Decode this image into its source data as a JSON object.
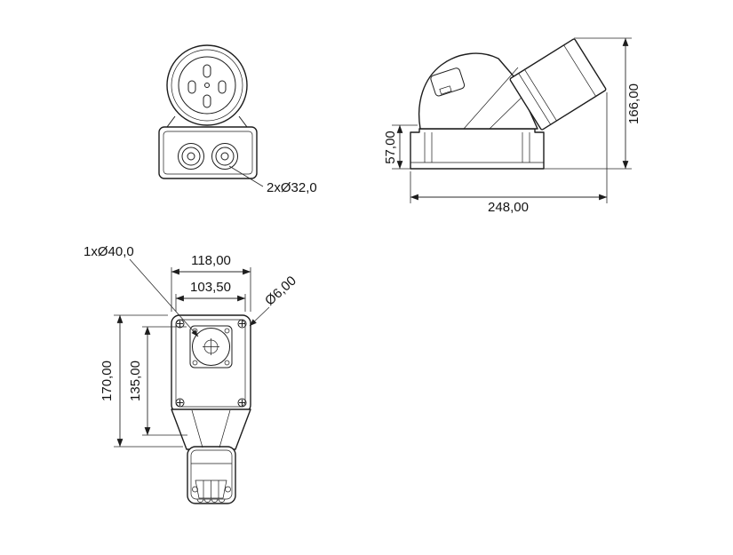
{
  "colors": {
    "ink": "#1d1d1d",
    "background": "#ffffff"
  },
  "drawing": {
    "front_view": {
      "knockout_label": "2xØ32,0"
    },
    "side_view": {
      "base_height": "57,00",
      "total_height": "166,00",
      "depth": "248,00"
    },
    "top_view": {
      "gland_label": "1xØ40,0",
      "outer_width": "118,00",
      "inner_width": "103,50",
      "screw_label": "Ø6,00",
      "outer_height": "170,00",
      "inner_height": "135,00"
    }
  }
}
